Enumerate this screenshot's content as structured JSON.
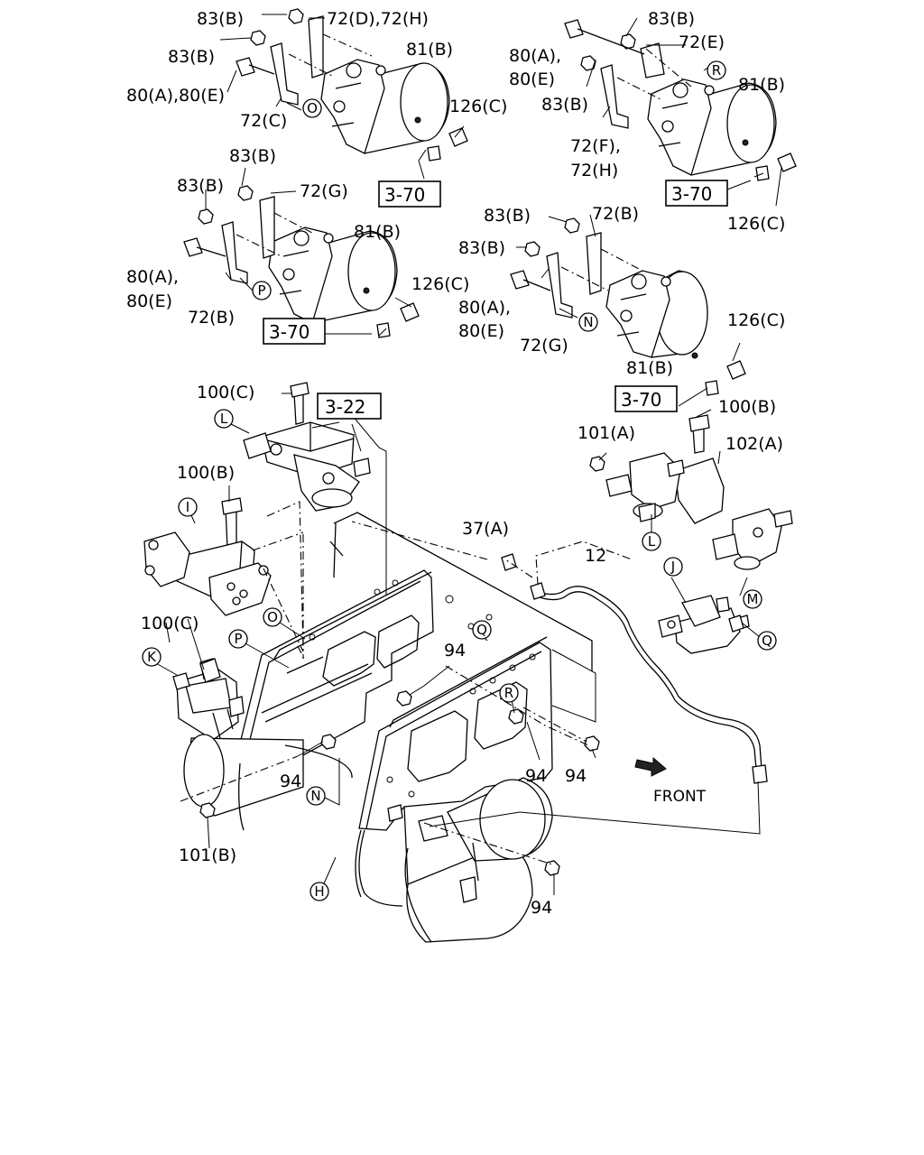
{
  "labels": {
    "l01": "83(B)",
    "l02": "72(D),72(H)",
    "l03": "83(B)",
    "l04": "81(B)",
    "l05": "80(A),80(E)",
    "l06": "72(C)",
    "l07": "126(C)",
    "l08": "83(B)",
    "l09": "72(E)",
    "l10": "80(A),",
    "l11": "80(E)",
    "l12": "83(B)",
    "l13": "81(B)",
    "l14": "72(F),",
    "l15": "72(H)",
    "l16": "126(C)",
    "l17": "83(B)",
    "l18": "83(B)",
    "l19": "72(G)",
    "l20": "81(B)",
    "l21": "80(A),",
    "l22": "80(E)",
    "l23": "72(B)",
    "l24": "126(C)",
    "l25": "83(B)",
    "l26": "72(B)",
    "l27": "83(B)",
    "l28": "80(A),",
    "l29": "80(E)",
    "l30": "72(G)",
    "l31": "126(C)",
    "l32": "81(B)",
    "l33": "100(C)",
    "l34": "100(B)",
    "l35": "101(A)",
    "l36": "102(A)",
    "l37": "100(B)",
    "l38": "37(A)",
    "l39": "12",
    "l40": "100(C)",
    "l41": "94",
    "l42": "94",
    "l43": "94",
    "l44": "94",
    "l45": "94",
    "l46": "101(B)",
    "l47": "FRONT"
  },
  "refs": {
    "r1": "3-70",
    "r2": "3-70",
    "r3": "3-70",
    "r4": "3-70",
    "r5": "3-22"
  },
  "markers": {
    "m_o1": "O",
    "m_r1": "R",
    "m_p1": "P",
    "m_n1": "N",
    "m_l1": "L",
    "m_i": "I",
    "m_l2": "L",
    "m_j": "J",
    "m_m": "M",
    "m_q1": "Q",
    "m_k": "K",
    "m_o2": "O",
    "m_p2": "P",
    "m_q2": "Q",
    "m_r2": "R",
    "m_n2": "N",
    "m_h": "H"
  }
}
